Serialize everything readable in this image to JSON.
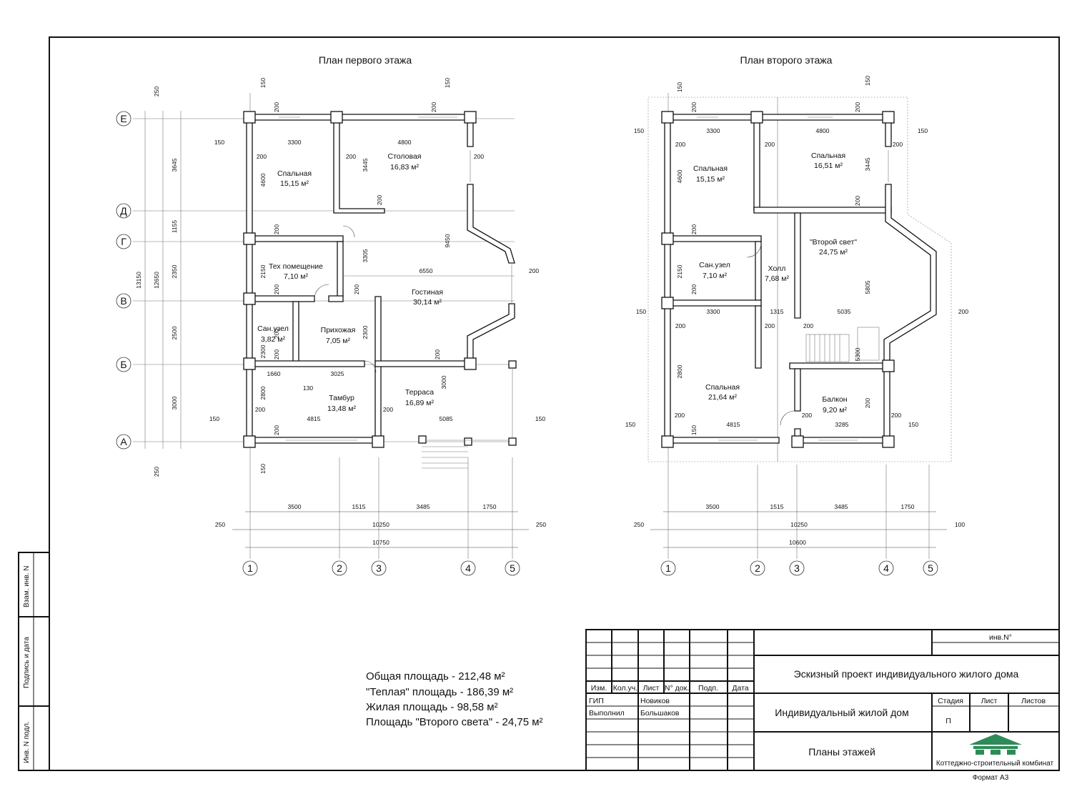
{
  "plans": [
    {
      "title": "План первого этажа",
      "axes_letters": [
        "Е",
        "Д",
        "Г",
        "В",
        "Б",
        "А"
      ],
      "axes_numbers": [
        "1",
        "2",
        "3",
        "4",
        "5"
      ],
      "rooms": [
        {
          "name": "Спальная",
          "area": "15,15 м²"
        },
        {
          "name": "Столовая",
          "area": "16,83 м²"
        },
        {
          "name": "Тех помещение",
          "area": "7,10 м²"
        },
        {
          "name": "Гостиная",
          "area": "30,14 м²"
        },
        {
          "name": "Сан.узел",
          "area": "3,82 м²"
        },
        {
          "name": "Прихожая",
          "area": "7,05 м²"
        },
        {
          "name": "Тамбур",
          "area": "13,48 м²"
        },
        {
          "name": "Терраса",
          "area": "16,89 м²"
        }
      ],
      "dims_left": [
        "250",
        "3645",
        "1155",
        "2350",
        "2500",
        "3000",
        "250",
        "12650",
        "13150"
      ],
      "dims_bottom": [
        "3500",
        "1515",
        "3485",
        "1750",
        "250",
        "10250",
        "250",
        "10750"
      ],
      "dims_inner": [
        "150",
        "150",
        "200",
        "200",
        "3300",
        "4800",
        "150",
        "200",
        "200",
        "200",
        "3445",
        "200",
        "4600",
        "200",
        "9450",
        "3305",
        "6550",
        "200",
        "2150",
        "200",
        "200",
        "200",
        "200",
        "2300",
        "2300",
        "200",
        "1660",
        "3025",
        "130",
        "3000",
        "2800",
        "200",
        "150",
        "4815",
        "200",
        "5085",
        "150",
        "200",
        "200",
        "150"
      ]
    },
    {
      "title": "План второго этажа",
      "axes_numbers": [
        "1",
        "2",
        "3",
        "4",
        "5"
      ],
      "rooms": [
        {
          "name": "Спальная",
          "area": "15,15 м²"
        },
        {
          "name": "Спальная",
          "area": "16,51 м²"
        },
        {
          "name": "Сан.узел",
          "area": "7,10 м²"
        },
        {
          "name": "Холл",
          "area": "7,68 м²"
        },
        {
          "name": "\"Второй свет\"",
          "area": "24,75 м²"
        },
        {
          "name": "Спальная",
          "area": "21,64 м²"
        },
        {
          "name": "Балкон",
          "area": "9,20 м²"
        }
      ],
      "dims_bottom": [
        "3500",
        "1515",
        "3485",
        "1750",
        "250",
        "10250",
        "100",
        "10600"
      ],
      "dims_inner": [
        "150",
        "150",
        "200",
        "200",
        "150",
        "3300",
        "4800",
        "150",
        "200",
        "200",
        "200",
        "3445",
        "200",
        "4600",
        "200",
        "200",
        "2150",
        "200",
        "5805",
        "150",
        "3300",
        "1315",
        "5035",
        "200",
        "200",
        "200",
        "200",
        "5300",
        "2800",
        "200",
        "150",
        "4815",
        "200",
        "3285",
        "150",
        "200",
        "200",
        "150"
      ]
    }
  ],
  "summary": [
    "Общая площадь - 212,48 м²",
    "\"Теплая\" площадь - 186,39 м²",
    "Жилая площадь - 98,58 м²",
    "Площадь \"Второго света\" - 24,75 м²"
  ],
  "side_stamp": [
    "Взам. инв. N",
    "Подпись и дата",
    "Инв. N подл."
  ],
  "title_block": {
    "inv_label": "инв.N°",
    "project": "Эскизный проект индивидуального жилого дома",
    "object": "Индивидуальный жилой дом",
    "sheet_name": "Планы этажей",
    "cols": [
      "Изм.",
      "Кол.уч.",
      "Лист",
      "N° док.",
      "Подп.",
      "Дата"
    ],
    "roles": [
      {
        "role": "ГИП",
        "name": "Новиков"
      },
      {
        "role": "Выполнил",
        "name": "Большаков"
      }
    ],
    "stage_header": [
      "Стадия",
      "Лист",
      "Листов"
    ],
    "stage_value": "П",
    "company": "Коттеджно-строительный комбинат",
    "format": "Формат А3"
  }
}
